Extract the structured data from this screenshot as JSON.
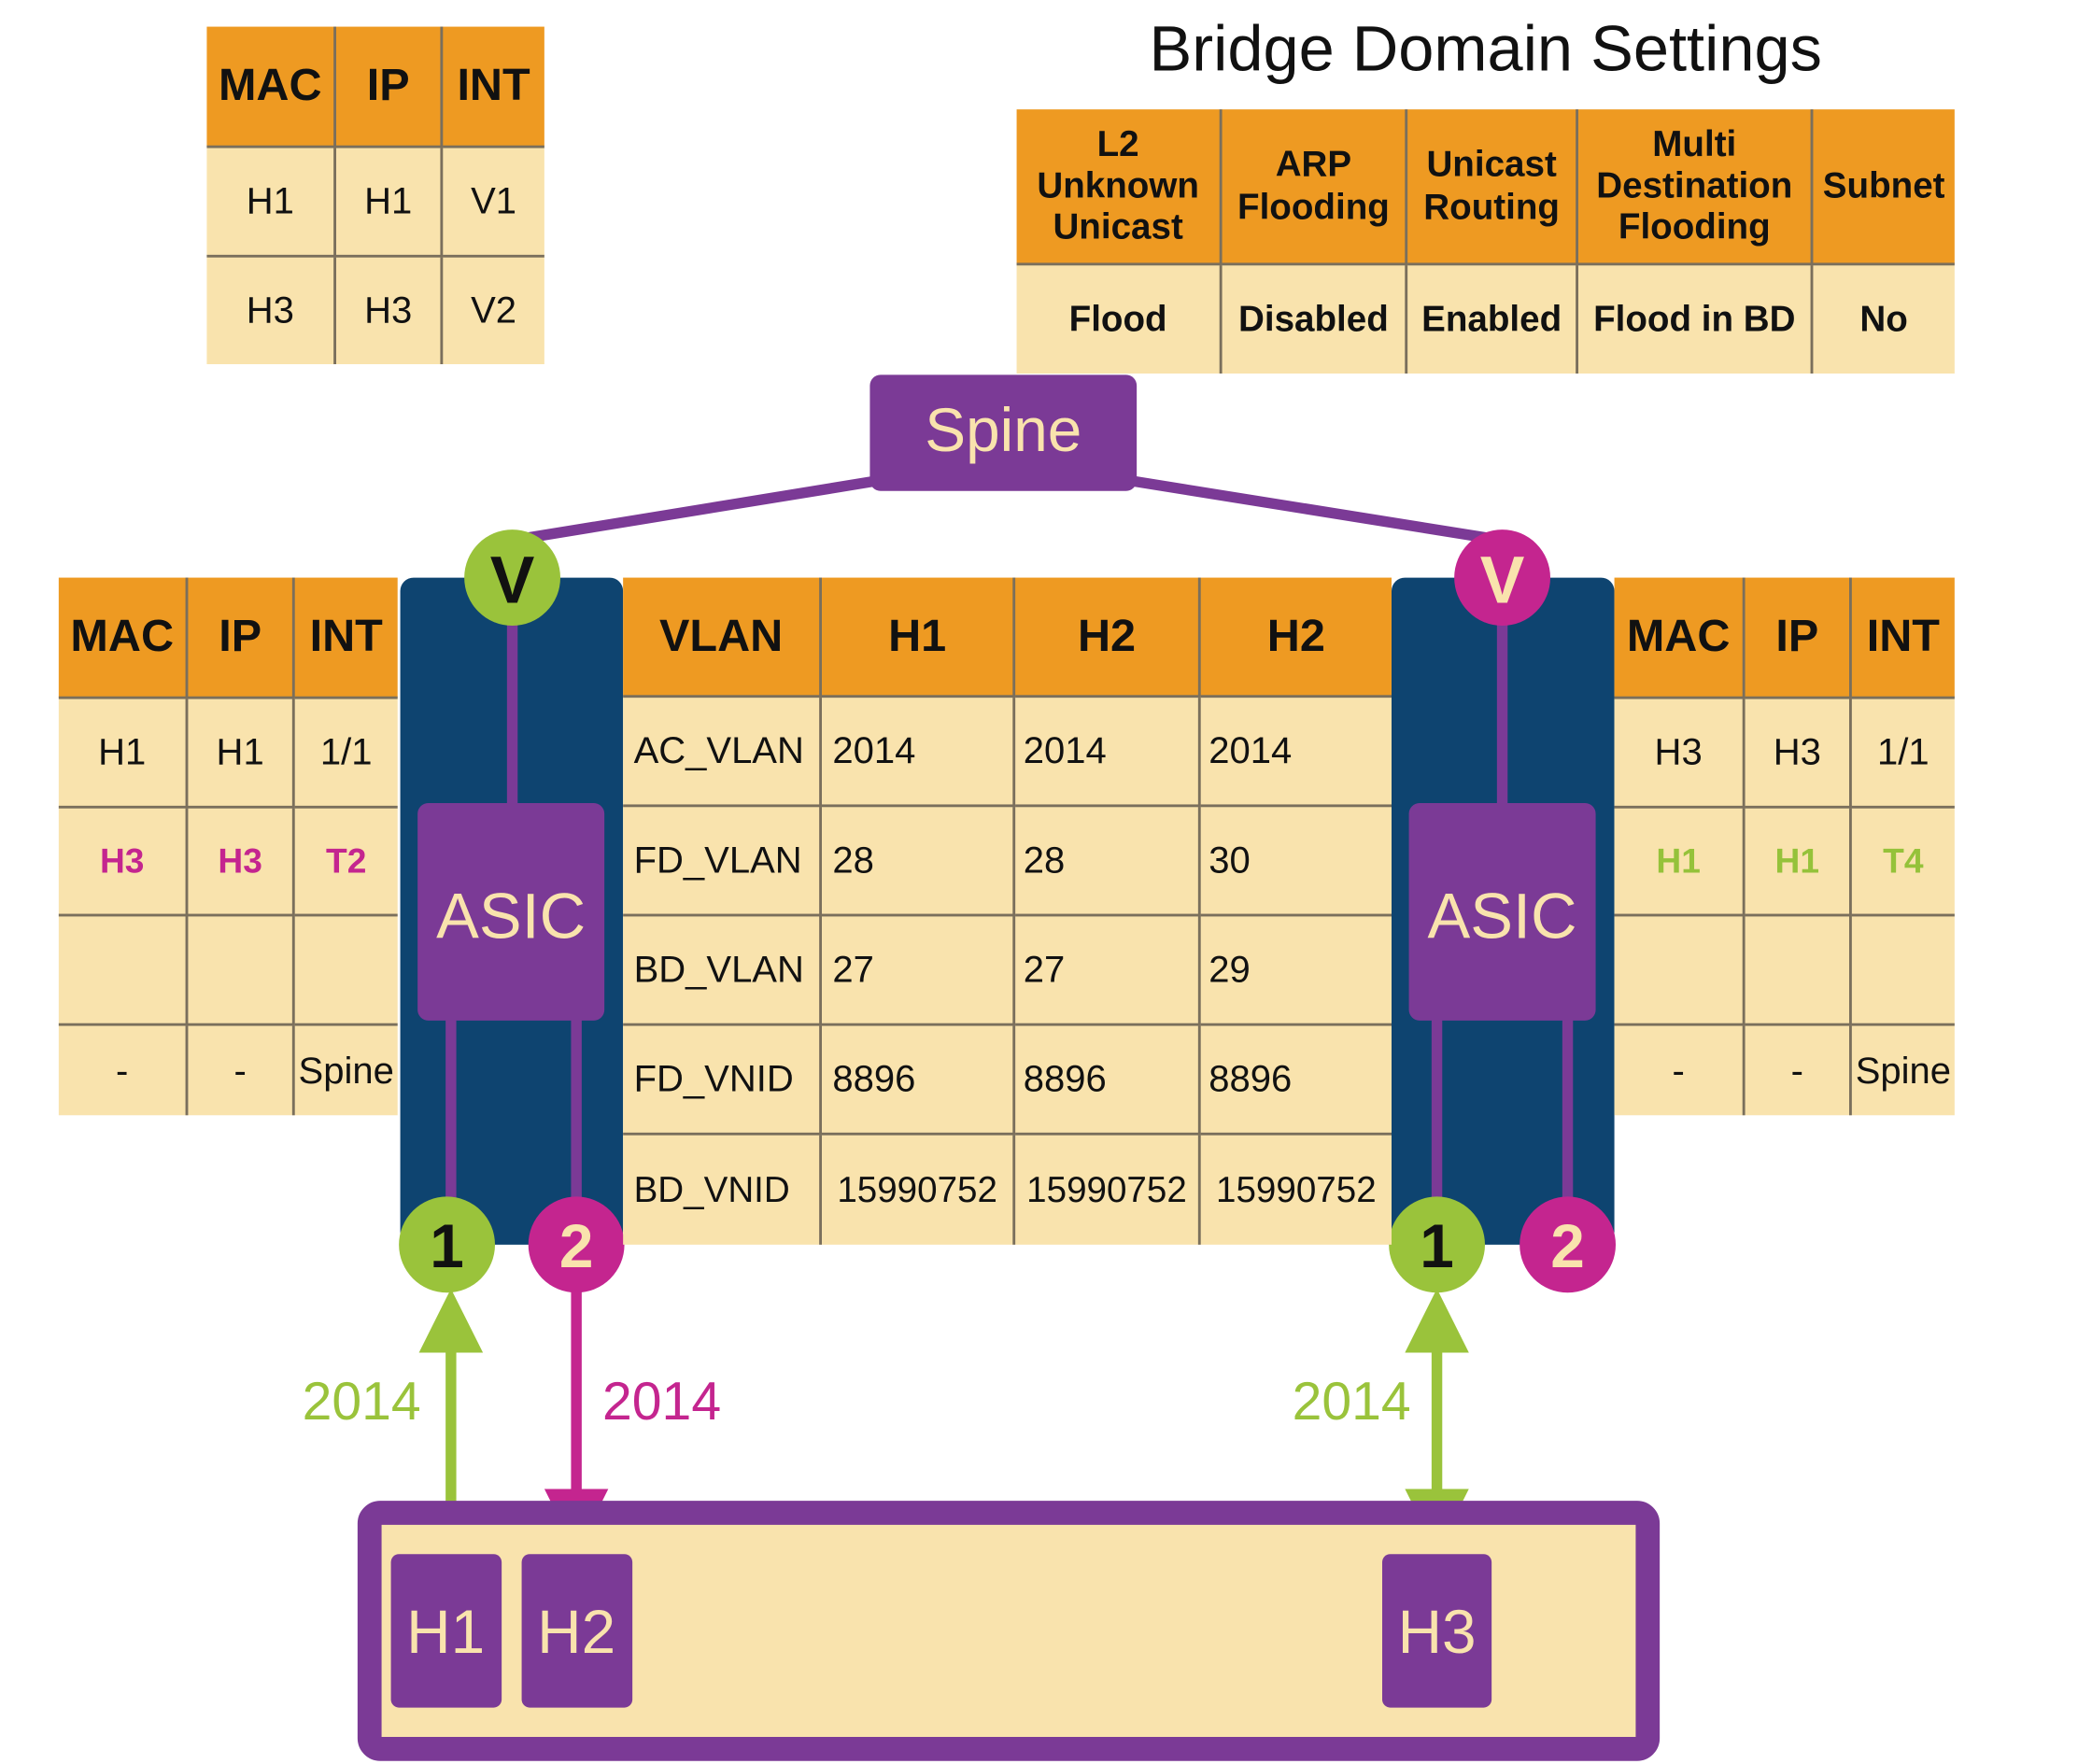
{
  "title": "Bridge Domain Settings",
  "top_table": {
    "headers": [
      "MAC",
      "IP",
      "INT"
    ],
    "rows": [
      [
        "H1",
        "H1",
        "V1"
      ],
      [
        "H3",
        "H3",
        "V2"
      ]
    ]
  },
  "bd_settings": {
    "headers": [
      "L2 Unknown Unicast",
      "ARP Flooding",
      "Unicast Routing",
      "Multi Destination Flooding",
      "Subnet"
    ],
    "values": [
      "Flood",
      "Disabled",
      "Enabled",
      "Flood in BD",
      "No"
    ]
  },
  "spine_label": "Spine",
  "vtep_label": "V",
  "asic_label": "ASIC",
  "port_labels": [
    "1",
    "2"
  ],
  "left_table": {
    "headers": [
      "MAC",
      "IP",
      "INT"
    ],
    "rows": [
      [
        "H1",
        "H1",
        "1/1"
      ],
      [
        "H3",
        "H3",
        "T2"
      ],
      [
        "",
        "",
        ""
      ],
      [
        "-",
        "-",
        "Spine"
      ]
    ]
  },
  "right_table": {
    "headers": [
      "MAC",
      "IP",
      "INT"
    ],
    "rows": [
      [
        "H3",
        "H3",
        "1/1"
      ],
      [
        "H1",
        "H1",
        "T4"
      ],
      [
        "",
        "",
        ""
      ],
      [
        "-",
        "-",
        "Spine"
      ]
    ]
  },
  "vlan_table": {
    "headers": [
      "VLAN",
      "H1",
      "H2",
      "H2"
    ],
    "rows": [
      [
        "AC_VLAN",
        "2014",
        "2014",
        "2014"
      ],
      [
        "FD_VLAN",
        "28",
        "28",
        "30"
      ],
      [
        "BD_VLAN",
        "27",
        "27",
        "29"
      ],
      [
        "FD_VNID",
        "8896",
        "8896",
        "8896"
      ],
      [
        "BD_VNID",
        "15990752",
        "15990752",
        "15990752"
      ]
    ]
  },
  "link_labels": [
    "2014",
    "2014",
    "2014"
  ],
  "hosts": [
    "H1",
    "H2",
    "H3"
  ],
  "colors": {
    "purple": "#7b3a96",
    "navy": "#0e4470",
    "green": "#9ac33b",
    "magenta": "#c4258f",
    "orange": "#ee9a22",
    "cream": "#f9e3ad"
  }
}
